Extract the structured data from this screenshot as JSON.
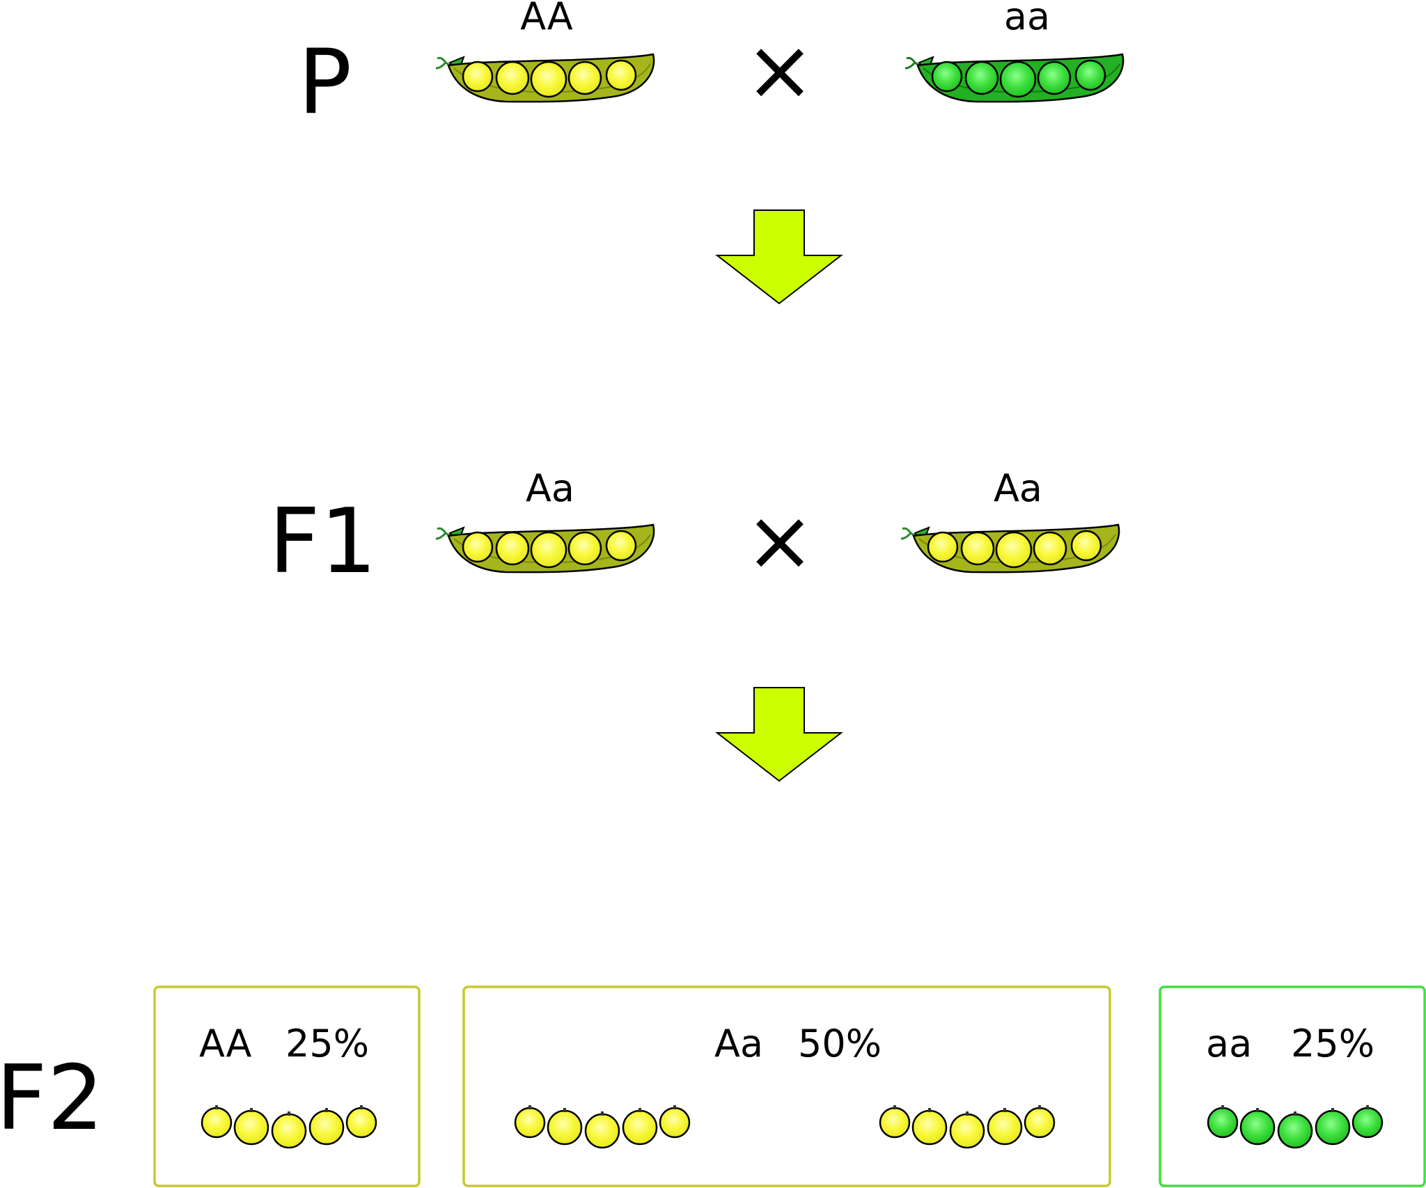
{
  "generations": {
    "p": "P",
    "f1": "F1",
    "f2": "F2"
  },
  "cross_symbol": "×",
  "parents": {
    "left_genotype": "AA",
    "right_genotype": "aa"
  },
  "f1": {
    "left_genotype": "Aa",
    "right_genotype": "Aa"
  },
  "f2_boxes": [
    {
      "genotype": "AA",
      "percent": "25%",
      "pea_color": "yellow",
      "groups": 1
    },
    {
      "genotype": "Aa",
      "percent": "50%",
      "pea_color": "yellow",
      "groups": 2
    },
    {
      "genotype": "aa",
      "percent": "25%",
      "pea_color": "green",
      "groups": 1
    }
  ],
  "colors": {
    "yellow_pea": "#f5f52a",
    "green_pea": "#3ee03e",
    "yellow_pod": "#a4b51c",
    "green_pod": "#28b428",
    "arrow": "#ccff00",
    "box_yellow": "#c8c830",
    "box_green": "#3ee03e"
  },
  "icons": {
    "pod": "pea-pod-icon",
    "pea": "pea-seed-icon",
    "arrow": "down-arrow-icon",
    "cross": "cross-icon"
  }
}
